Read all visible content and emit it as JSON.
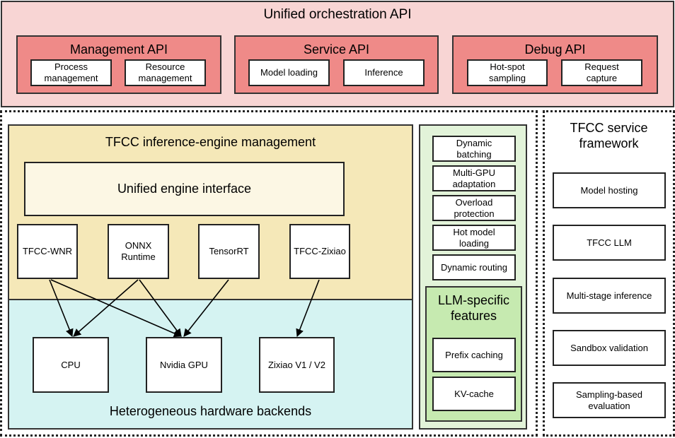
{
  "colors": {
    "orchestration_bg": "#f8d5d4",
    "api_group_bg": "#ef8a88",
    "engine_mgmt_bg": "#f5e8b8",
    "engine_interface_bg": "#fcf7e4",
    "hardware_bg": "#d5f3f2",
    "features_bg": "#e2f3d9",
    "llm_bg": "#c6eab0",
    "box_bg": "#ffffff"
  },
  "orchestration": {
    "title": "Unified orchestration API",
    "groups": [
      {
        "title": "Management API",
        "items": [
          "Process\nmanagement",
          "Resource\nmanagement"
        ]
      },
      {
        "title": "Service API",
        "items": [
          "Model loading",
          "Inference"
        ]
      },
      {
        "title": "Debug API",
        "items": [
          "Hot-spot\nsampling",
          "Request\ncapture"
        ]
      }
    ]
  },
  "engine_management": {
    "title": "TFCC inference-engine management",
    "interface_label": "Unified engine interface",
    "engines": [
      "TFCC-WNR",
      "ONNX\nRuntime",
      "TensorRT",
      "TFCC-Zixiao"
    ]
  },
  "hardware": {
    "title": "Heterogeneous hardware backends",
    "backends": [
      "CPU",
      "Nvidia GPU",
      "Zixiao V1 / V2"
    ]
  },
  "connections": [
    {
      "from": "TFCC-WNR",
      "to": "CPU"
    },
    {
      "from": "TFCC-WNR",
      "to": "Nvidia GPU"
    },
    {
      "from": "ONNX Runtime",
      "to": "CPU"
    },
    {
      "from": "ONNX Runtime",
      "to": "Nvidia GPU"
    },
    {
      "from": "TensorRT",
      "to": "Nvidia GPU"
    },
    {
      "from": "TFCC-Zixiao",
      "to": "Zixiao V1 / V2"
    }
  ],
  "features": {
    "items": [
      "Dynamic\nbatching",
      "Multi-GPU\nadaptation",
      "Overload\nprotection",
      "Hot model\nloading",
      "Dynamic routing"
    ],
    "llm": {
      "title": "LLM-specific\nfeatures",
      "items": [
        "Prefix caching",
        "KV-cache"
      ]
    }
  },
  "service_framework": {
    "title": "TFCC service\nframework",
    "items": [
      "Model hosting",
      "TFCC LLM",
      "Multi-stage inference",
      "Sandbox validation",
      "Sampling-based\nevaluation"
    ]
  }
}
